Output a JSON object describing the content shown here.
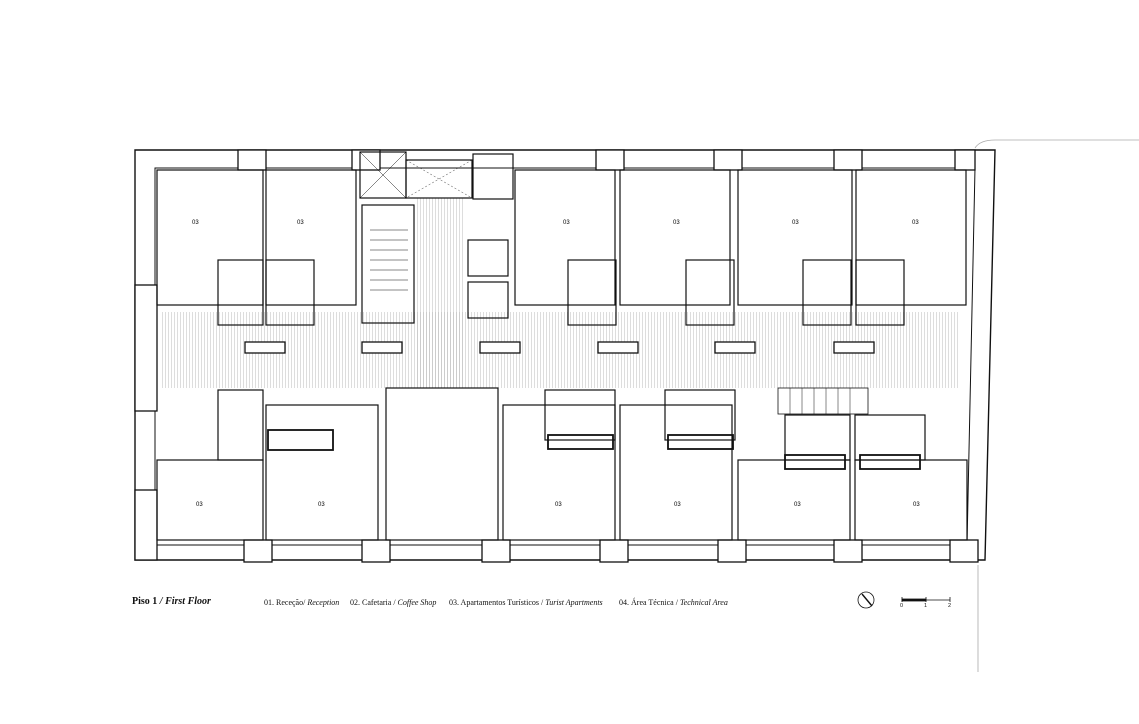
{
  "title": {
    "floor_pt": "Piso 1",
    "separator": "/",
    "floor_en": "First Floor"
  },
  "legend": [
    {
      "pt": "01. Receção/",
      "en": "Reception"
    },
    {
      "pt": "02. Cafetaria /",
      "en": "Coffee Shop"
    },
    {
      "pt": "03. Apartamentos Turísticos /",
      "en": "Turist Apartments"
    },
    {
      "pt": "04. Área Técnica /",
      "en": "Technical Area"
    }
  ],
  "room_label": "03",
  "scale_bar": {
    "ticks": [
      "0",
      "1",
      "2"
    ]
  },
  "north_arrow": "north-arrow"
}
